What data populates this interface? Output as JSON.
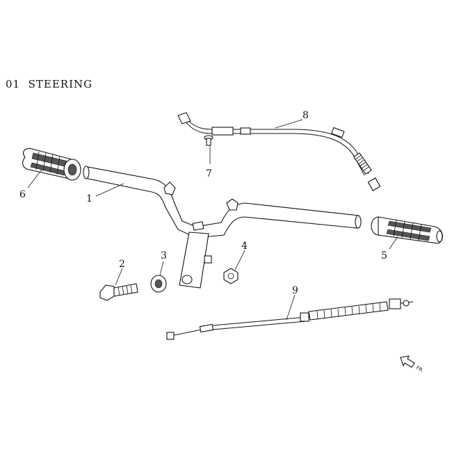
{
  "header": {
    "title": "01  STEERING"
  },
  "callouts": {
    "c1": "1",
    "c2": "2",
    "c3": "3",
    "c4": "4",
    "c5": "5",
    "c6": "6",
    "c7": "7",
    "c8": "8",
    "c9": "9"
  },
  "direction_marker": {
    "icon": "front-arrow-icon",
    "label": "FR."
  }
}
